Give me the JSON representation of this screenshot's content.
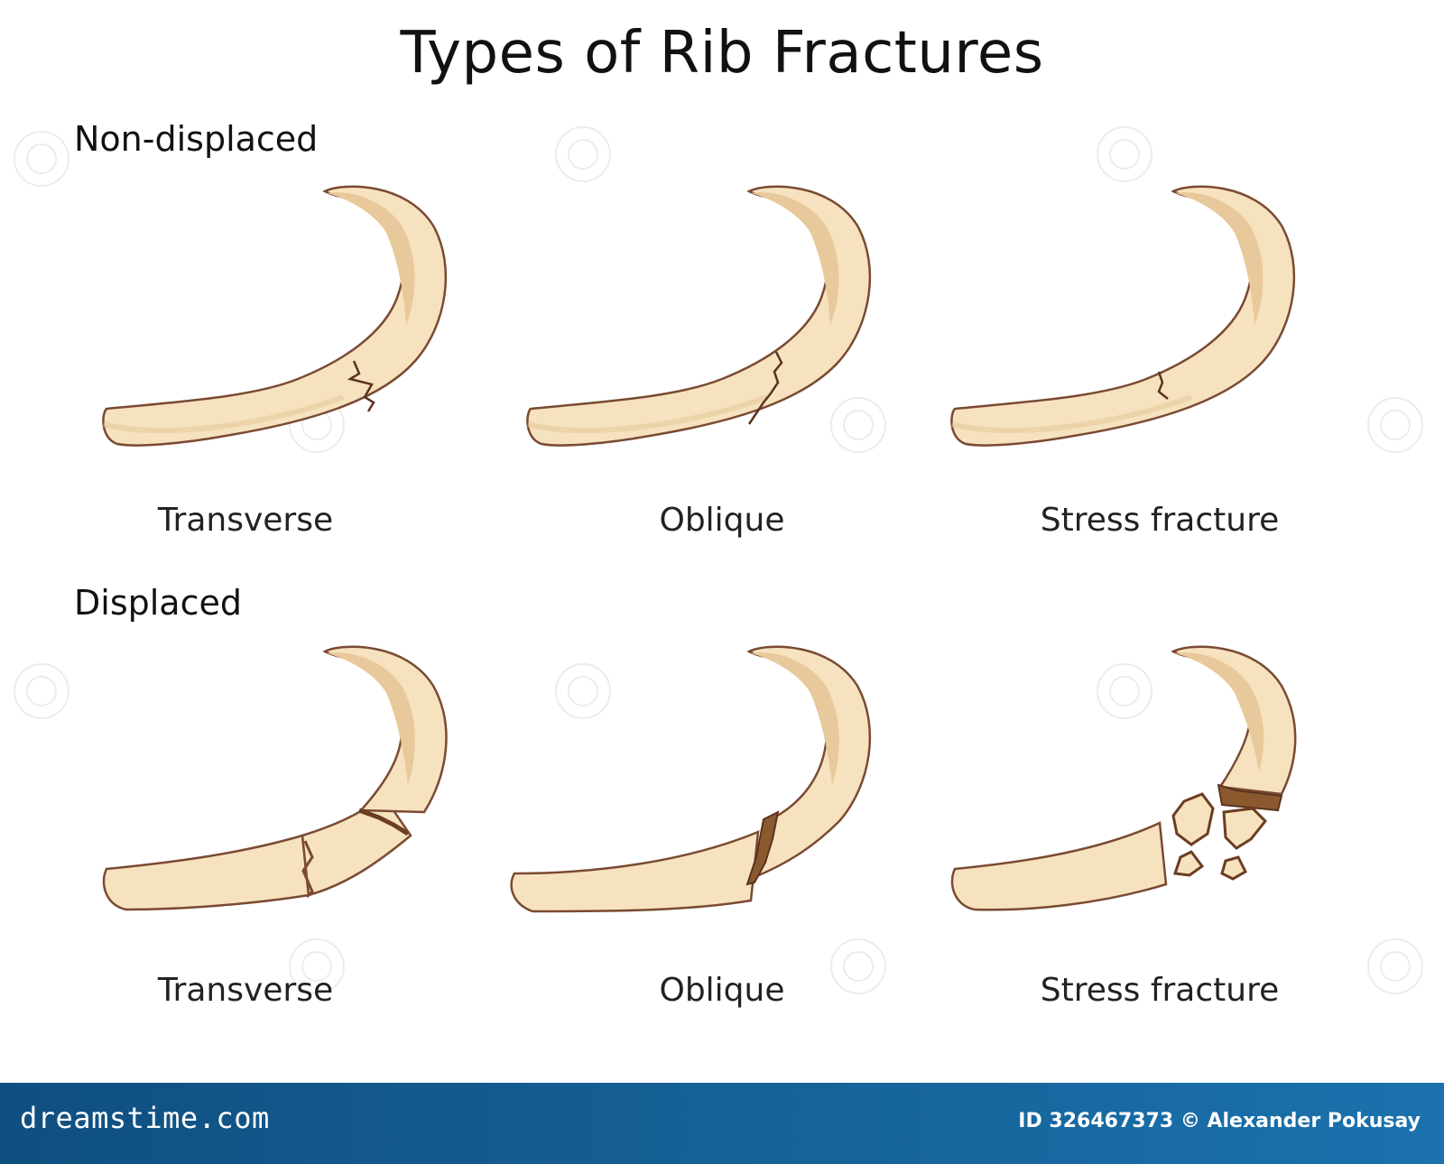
{
  "title": "Types of Rib Fractures",
  "sections": [
    {
      "heading": "Non-displaced",
      "labels": [
        "Transverse",
        "Oblique",
        "Stress fracture"
      ]
    },
    {
      "heading": "Displaced",
      "labels": [
        "Transverse",
        "Oblique",
        "Stress fracture"
      ]
    }
  ],
  "footer": {
    "brand": "dreamstime.com",
    "credit": "ID 326467373 © Alexander Pokusay"
  },
  "colors": {
    "bone": "#f6e2bf",
    "bone_shade": "#e8c99b",
    "outline": "#7a4a32",
    "footer": "#1b72ad"
  }
}
